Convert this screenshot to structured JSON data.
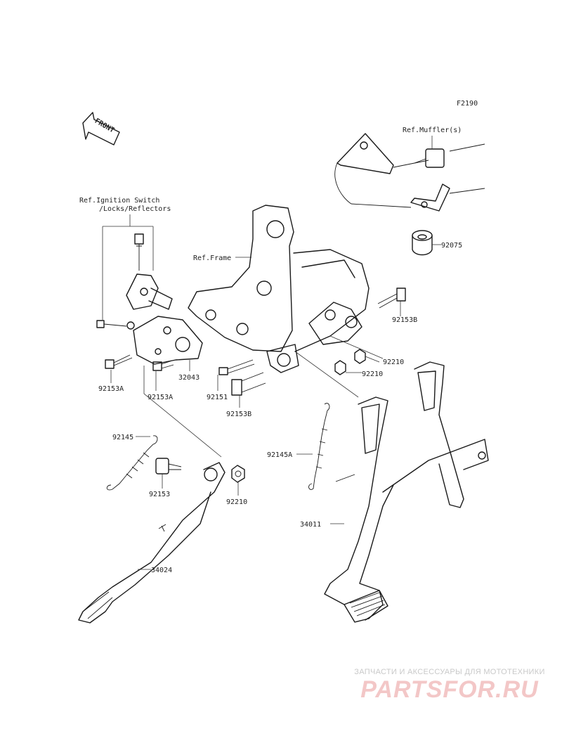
{
  "diagram": {
    "code": "F2190",
    "front_label": "FRONT",
    "refs": {
      "muffler": "Ref.Muffler(s)",
      "ignition_line1": "Ref.Ignition Switch",
      "ignition_line2": "/Locks/Reflectors",
      "frame": "Ref.Frame"
    },
    "parts": [
      {
        "id": "p92075",
        "number": "92075"
      },
      {
        "id": "p92153B_top",
        "number": "92153B"
      },
      {
        "id": "p92210_a",
        "number": "92210"
      },
      {
        "id": "p92210_b",
        "number": "92210"
      },
      {
        "id": "p92153A_left",
        "number": "92153A"
      },
      {
        "id": "p92153A_mid",
        "number": "92153A"
      },
      {
        "id": "p32043",
        "number": "32043"
      },
      {
        "id": "p92151",
        "number": "92151"
      },
      {
        "id": "p92153B_low",
        "number": "92153B"
      },
      {
        "id": "p92145",
        "number": "92145"
      },
      {
        "id": "p92145A",
        "number": "92145A"
      },
      {
        "id": "p92153",
        "number": "92153"
      },
      {
        "id": "p92210_c",
        "number": "92210"
      },
      {
        "id": "p34011",
        "number": "34011"
      },
      {
        "id": "p34024",
        "number": "34024"
      }
    ]
  },
  "watermark": {
    "tagline": "ЗАПЧАСТИ И АКСЕССУАРЫ ДЛЯ МОТОТЕХНИКИ",
    "logo": "PARTSFOR.RU"
  }
}
